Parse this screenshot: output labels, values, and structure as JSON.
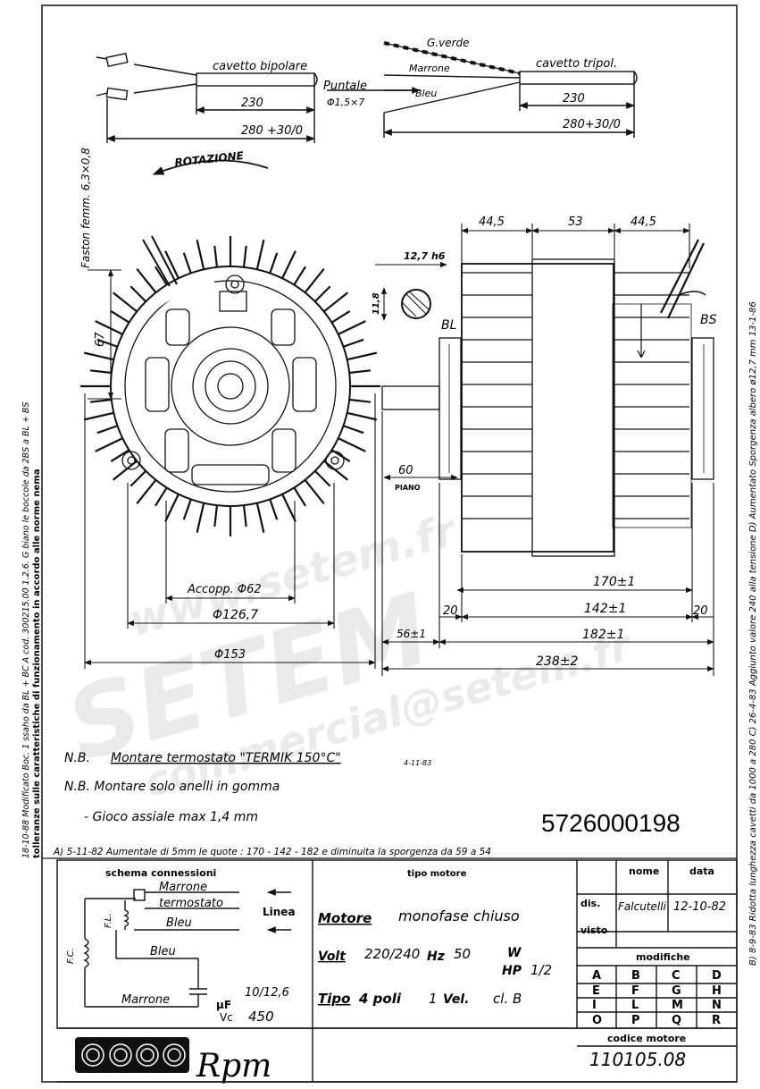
{
  "drawing": {
    "part_number": "5726000198",
    "motor_code_label": "codice motore",
    "motor_code": "110105.08",
    "logo_text": "Rpm",
    "watermark": {
      "line1": "www.setem.fr",
      "line2": "SETEM",
      "line3": "commercial@setem.fr"
    }
  },
  "top_leads": {
    "bipolar_label": "cavetto bipolare",
    "bipolar_len": "230",
    "bipolar_total": "280 +30/0",
    "tripolar_label": "cavetto tripol.",
    "tripolar_len": "230",
    "tripolar_total": "280+30/0",
    "g_verde": "G.verde",
    "marrone": "Marrone",
    "bleu": "Bleu",
    "puntale": "Puntale",
    "puntale_dim": "Φ1,5×7",
    "faston": "Faston femm. 6,3×0,8",
    "rotation": "ROTAZIONE"
  },
  "front_view": {
    "dim_67": "67",
    "accopp": "Accopp. Φ62",
    "d1267": "Φ126,7",
    "d153": "Φ153"
  },
  "side_view": {
    "d445a": "44,5",
    "d53": "53",
    "d445b": "44,5",
    "d127": "12,7 h6",
    "d118": "11,8",
    "bl": "BL",
    "bs": "BS",
    "d60": "60",
    "piano": "PIANO",
    "d170": "170±1",
    "d20a": "20",
    "d142": "142±1",
    "d20b": "20",
    "d56": "56±1",
    "d182": "182±1",
    "d238": "238±2"
  },
  "notes": {
    "nb1_prefix": "N.B.",
    "nb1": "Montare termostato \"TERMIK 150°C\"",
    "nb1_date": "4-11-83",
    "nb2": "N.B. Montare solo anelli in gomma",
    "nb3": "- Gioco assiale max 1,4 mm",
    "rev_a": "A) 5-11-82  Aumentale di 5mm le quote : 170 - 142 - 182  e diminuita la sporgenza da 59 a 54"
  },
  "left_margin": {
    "line1": "18-10-88 Modificato Boc. 1    ssaho da BL + BC A cod. 300215.00   1.2.6. G   biano le boccole da 2BS a BL + BS",
    "line2": "tolleranze sulle caratteristiche di funzionamento in accordo alle norme nema"
  },
  "right_margin": {
    "line1": "B) 8-9-83 Ridotta lunghezza cavetti da 1000 a 280   C) 26-4-83 Aggiunto valore 240 alla tensione  D) Aumentato Sporgenza albero ø12,7 mm 13-1-86"
  },
  "schema": {
    "title": "schema connessioni",
    "marrone": "Marrone",
    "termostato": "termostato",
    "bleu": "Bleu",
    "linea": "Linea",
    "fl": "F.L.",
    "fc": "F.C.",
    "bleu2": "Bleu",
    "marrone2": "Marrone",
    "uf": "μF",
    "cap1": "10/12,6",
    "vc": "Vc",
    "cap2": "450"
  },
  "tipo": {
    "title": "tipo motore",
    "motore": "Motore",
    "motore_desc": "monofase chiuso",
    "volt": "Volt",
    "volt_val": "220/240",
    "hz": "Hz",
    "hz_val": "50",
    "w": "W",
    "hp": "HP",
    "hp_val": "1/2",
    "tipo": "Tipo",
    "poli": "4 poli",
    "vel_val": "1",
    "vel": "Vel.",
    "cl": "cl. B"
  },
  "title_block": {
    "nome": "nome",
    "data": "data",
    "dis": "dis.",
    "dis_sign": "Falcutelli",
    "dis_date": "12-10-82",
    "visto": "visto",
    "modifiche": "modifiche",
    "letters": [
      "A",
      "B",
      "C",
      "D",
      "E",
      "F",
      "G",
      "H",
      "I",
      "L",
      "M",
      "N",
      "O",
      "P",
      "Q",
      "R"
    ]
  }
}
